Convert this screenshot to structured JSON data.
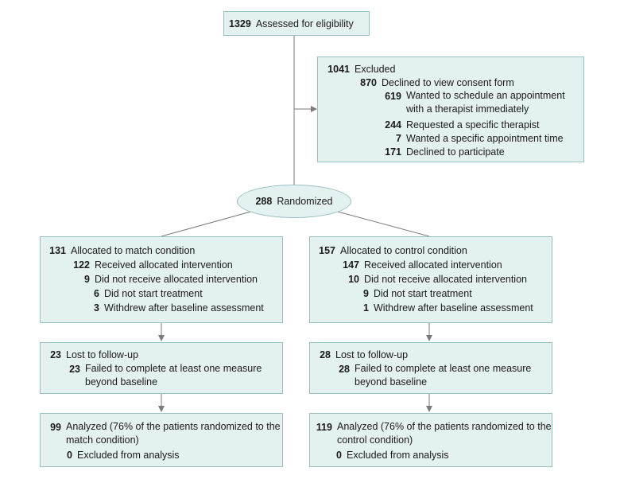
{
  "assessed": {
    "n": "1329",
    "label": "Assessed for eligibility"
  },
  "excluded": {
    "n": "1041",
    "label": "Excluded",
    "declined_consent": {
      "n": "870",
      "label": "Declined to view consent form"
    },
    "schedule_immediately": {
      "n": "619",
      "label": "Wanted to schedule an appointment with a therapist immediately"
    },
    "specific_therapist": {
      "n": "244",
      "label": "Requested a specific therapist"
    },
    "specific_time": {
      "n": "7",
      "label": "Wanted a specific appointment time"
    },
    "declined_participate": {
      "n": "171",
      "label": "Declined to participate"
    }
  },
  "randomized": {
    "n": "288",
    "label": "Randomized"
  },
  "match": {
    "allocated": {
      "n": "131",
      "label": "Allocated to match condition"
    },
    "received": {
      "n": "122",
      "label": "Received allocated intervention"
    },
    "not_received": {
      "n": "9",
      "label": "Did not receive allocated intervention"
    },
    "not_start": {
      "n": "6",
      "label": "Did not start treatment"
    },
    "withdrew": {
      "n": "3",
      "label": "Withdrew after baseline assessment"
    },
    "lost": {
      "n": "23",
      "label": "Lost to follow-up"
    },
    "failed": {
      "n": "23",
      "label": "Failed to complete at least one measure beyond baseline"
    },
    "analyzed": {
      "n": "99",
      "label": "Analyzed (76% of the patients randomized to the match condition)"
    },
    "excluded_analysis": {
      "n": "0",
      "label": "Excluded from analysis"
    }
  },
  "control": {
    "allocated": {
      "n": "157",
      "label": "Allocated to control condition"
    },
    "received": {
      "n": "147",
      "label": "Received allocated intervention"
    },
    "not_received": {
      "n": "10",
      "label": "Did not receive allocated intervention"
    },
    "not_start": {
      "n": "9",
      "label": "Did not start treatment"
    },
    "withdrew": {
      "n": "1",
      "label": "Withdrew after baseline assessment"
    },
    "lost": {
      "n": "28",
      "label": "Lost to follow-up"
    },
    "failed": {
      "n": "28",
      "label": "Failed to complete at least one measure beyond baseline"
    },
    "analyzed": {
      "n": "119",
      "label": "Analyzed (76% of the patients randomized to the control condition)"
    },
    "excluded_analysis": {
      "n": "0",
      "label": "Excluded from analysis"
    }
  }
}
